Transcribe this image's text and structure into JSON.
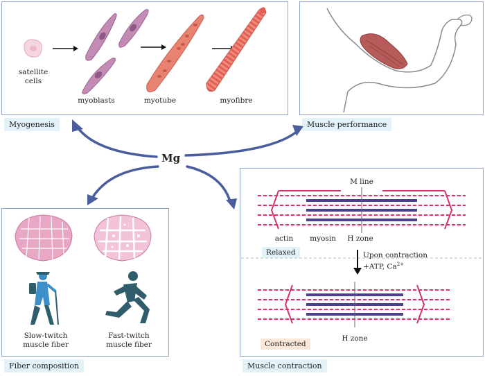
{
  "center_label": "Mg",
  "myogenesis": {
    "caption": "Myogenesis",
    "satellite": "satellite\ncells",
    "myoblasts": "myoblasts",
    "myotube": "myotube",
    "myofibre": "myofibre"
  },
  "performance": {
    "caption": "Muscle performance"
  },
  "fiber": {
    "caption": "Fiber composition",
    "slow": "Slow-twitch\nmuscle fiber",
    "fast": "Fast-twitch\nmuscle fiber"
  },
  "contraction": {
    "caption": "Muscle contraction",
    "m_line": "M line",
    "actin": "actin",
    "myosin": "myosin",
    "h_zone_top": "H zone",
    "relaxed": "Relaxed",
    "upon": "Upon contraction",
    "atp": "+ATP, Ca",
    "atp_sup": "2+",
    "h_zone_bottom": "H zone",
    "contracted": "Contracted"
  },
  "colors": {
    "panel_border": "#8fa6c9",
    "caption_bg": "#e3f2f9",
    "arrow": "#4a5d9c",
    "actin": "#d6336c",
    "myosin": "#4b3f8f",
    "muscle_cell": "#c48bb4",
    "fiber_pink": "#e7a7c5",
    "hiker": "#3d8fc9",
    "runner": "#2f5d6b"
  },
  "icons": [
    "satellite-cell-icon",
    "myoblast-icon",
    "myotube-icon",
    "myofibre-icon",
    "biceps-arm-icon",
    "slow-fiber-section-icon",
    "fast-fiber-section-icon",
    "hiker-icon",
    "runner-icon",
    "sarcomere-relaxed-icon",
    "sarcomere-contracted-icon"
  ]
}
